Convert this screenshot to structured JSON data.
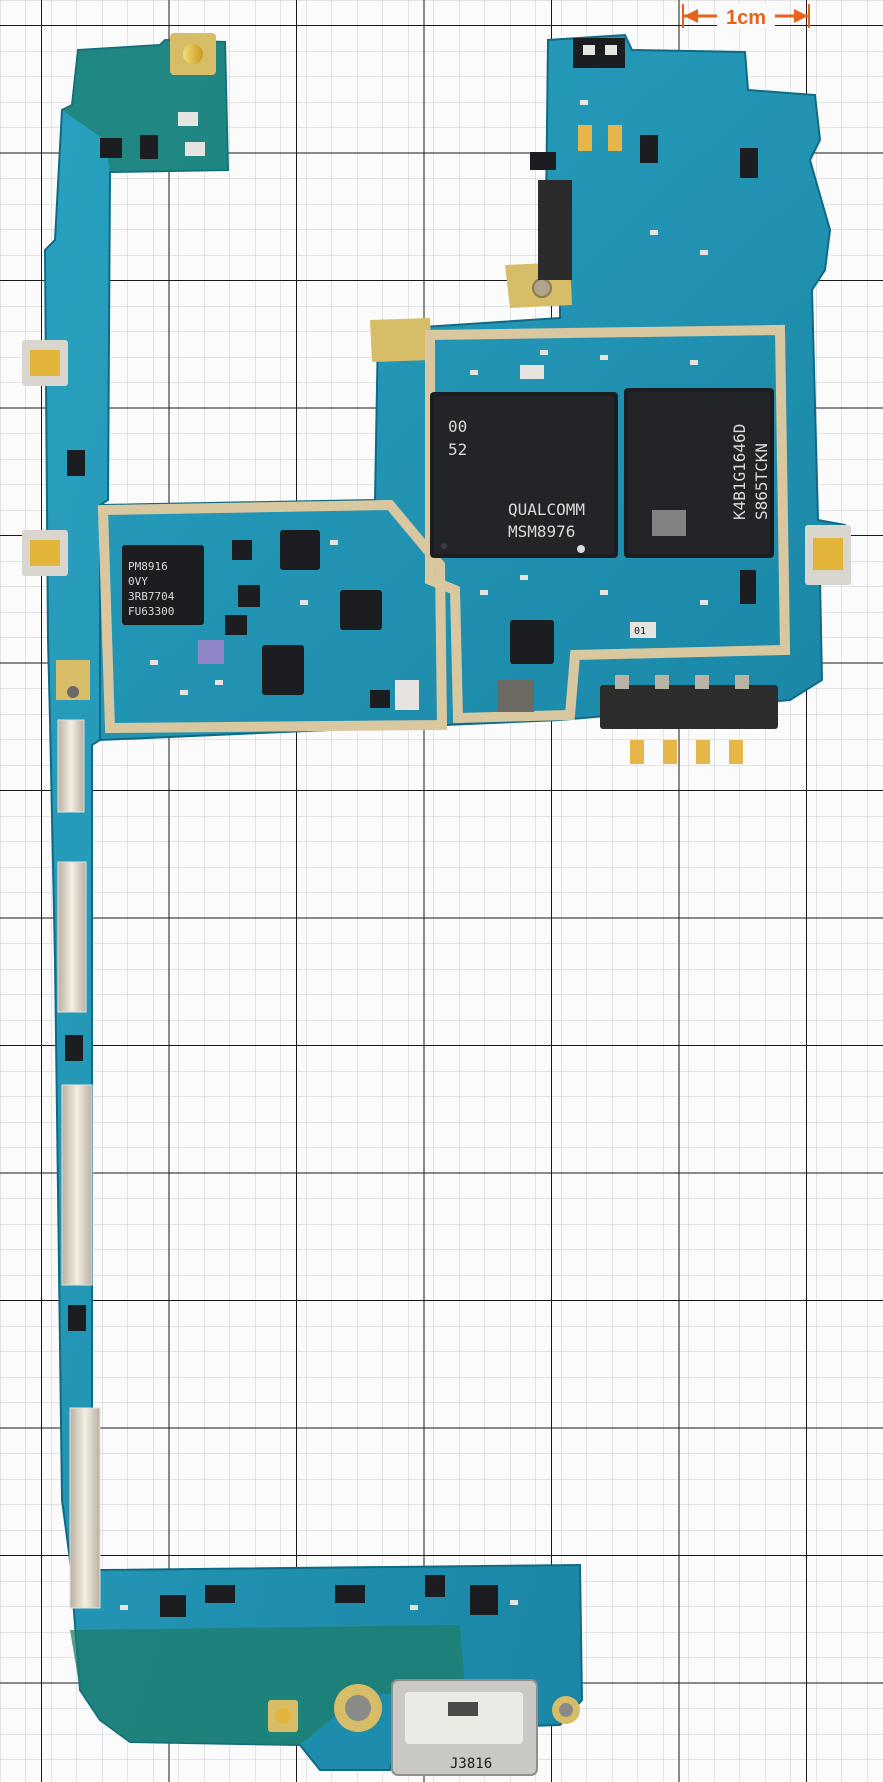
{
  "scale_bar": {
    "label": "1cm",
    "color": "#e8621a"
  },
  "colors": {
    "grid_line": "#1a1a1a",
    "grid_minor": "#c9ccd0",
    "pcb_blue": "#1f93b3",
    "pcb_dark": "#157a93",
    "pcb_green": "#1d7d6a",
    "shield_gold": "#d9c7a0",
    "chip_black": "#1c1d20",
    "gold_pad": "#e0b531"
  },
  "chips": {
    "soc_line1": "00",
    "soc_line2": "52",
    "soc_brand": "QUALCOMM",
    "soc_model": "MSM8976",
    "ram_line1": "K4B1G1646D",
    "ram_line2": "S865TCKN",
    "pmic_line1": "PM8916",
    "pmic_line2": "0VY",
    "pmic_line3": "3RB7704",
    "pmic_line4": "FU63300",
    "small_tag": "01"
  },
  "connector": {
    "usb_label": "J3816"
  }
}
